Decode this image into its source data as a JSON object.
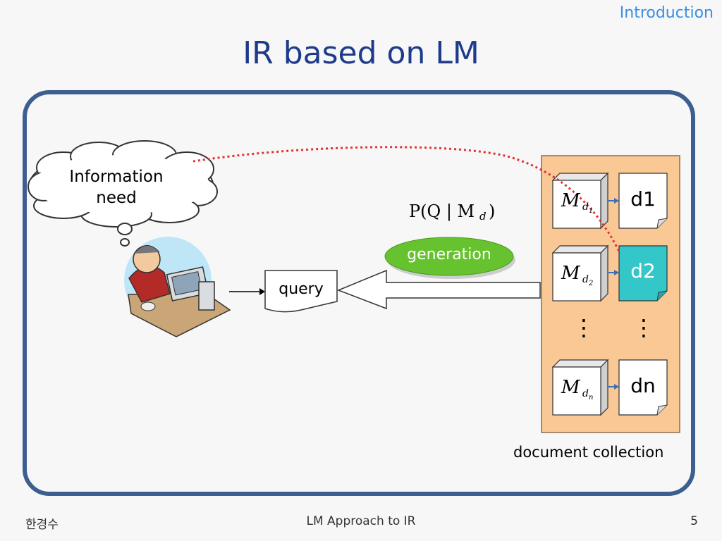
{
  "header": {
    "section": "Introduction",
    "title": "IR based on LM"
  },
  "diagram": {
    "information_need": "Information need",
    "query": "query",
    "generation": "generation",
    "formula": "P(Q | M_d)",
    "documents": [
      "d1",
      "d2",
      "dn"
    ],
    "models": [
      "M_d1",
      "M_d2",
      "M_dn"
    ],
    "ellipsis": "⋮",
    "collection_label": "document collection",
    "highlighted_document": "d2",
    "colors": {
      "frame": "#3d5f8f",
      "collection": "#f9c895",
      "highlight": "#33c7c9",
      "generation": "#66c22e",
      "link": "#e53030"
    }
  },
  "footer": {
    "author": "한경수",
    "subject": "LM Approach to IR",
    "page": "5"
  }
}
